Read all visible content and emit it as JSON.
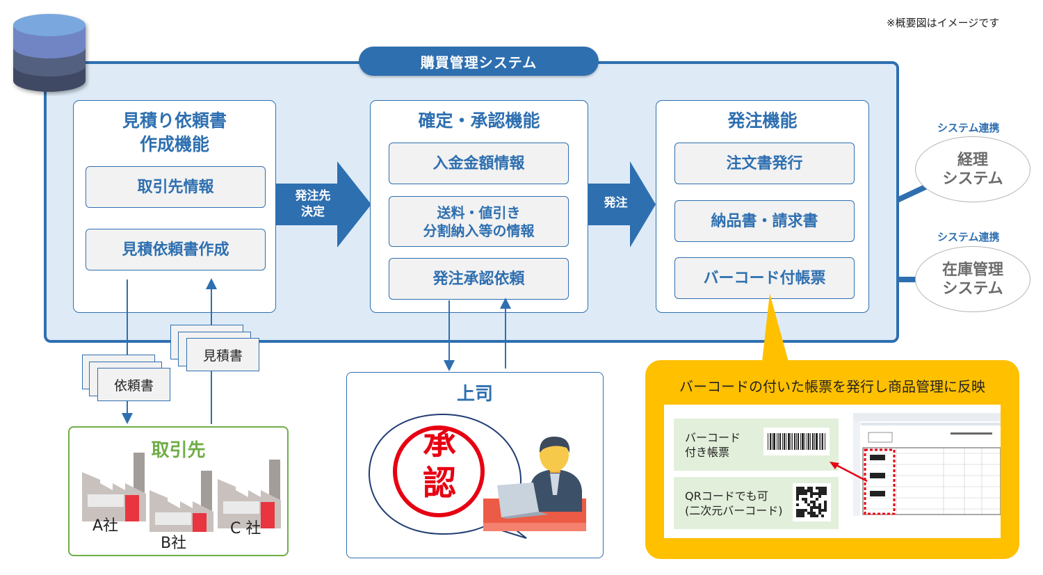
{
  "note": "※概要図はイメージです",
  "system": {
    "title": "購買管理システム",
    "database_icon": "database-icon"
  },
  "panels": {
    "estimate": {
      "title_line1": "見積り依頼書",
      "title_line2": "作成機能",
      "items": [
        "取引先情報",
        "見積依頼書作成"
      ]
    },
    "approval": {
      "title": "確定・承認機能",
      "items": [
        {
          "line1": "入金金額情報",
          "line2": ""
        },
        {
          "line1": "送料・値引き",
          "line2": "分割納入等の情報"
        },
        {
          "line1": "発注承認依頼",
          "line2": ""
        }
      ]
    },
    "order": {
      "title": "発注機能",
      "items": [
        "注文書発行",
        "納品書・請求書",
        "バーコード付帳票"
      ]
    }
  },
  "arrows": {
    "supplier_decision": {
      "line1": "発注先",
      "line2": "決定"
    },
    "order": {
      "line1": "発注",
      "line2": ""
    }
  },
  "external_systems": [
    {
      "link_label": "システム連携",
      "line1": "経理",
      "line2": "システム"
    },
    {
      "link_label": "システム連携",
      "line1": "在庫管理",
      "line2": "システム"
    }
  ],
  "documents": {
    "request": "依頼書",
    "quote": "見積書"
  },
  "partners": {
    "title": "取引先",
    "companies": [
      "A社",
      "B社",
      "C 社"
    ]
  },
  "boss": {
    "title": "上司",
    "stamp_line1": "承",
    "stamp_line2": "認"
  },
  "callout": {
    "title": "バーコードの付いた帳票を発行し商品管理に反映",
    "cards": [
      {
        "line1": "バーコード",
        "line2": "付き帳票"
      },
      {
        "line1": "QRコードでも可",
        "line2": "(二次元バーコード)"
      }
    ]
  },
  "colors": {
    "primary_blue": "#2e6fb0",
    "frame_fill": "#deebf7",
    "partner_green": "#70ad47",
    "callout_yellow": "#ffc000",
    "stamp_red": "#e60012"
  }
}
